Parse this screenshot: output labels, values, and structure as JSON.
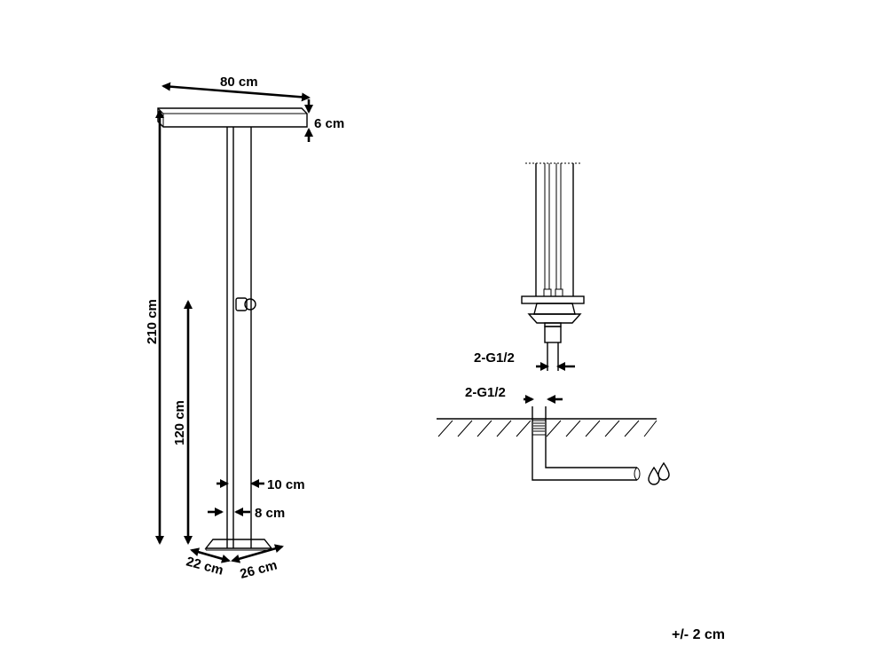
{
  "shower_dimensions": {
    "width": "80 cm",
    "head_thickness": "6 cm",
    "total_height": "210 cm",
    "tap_height": "120 cm",
    "post_width": "10 cm",
    "post_depth": "8 cm",
    "base_depth": "22 cm",
    "base_width": "26 cm"
  },
  "connection": {
    "inlet_upper": "2-G1/2",
    "inlet_lower": "2-G1/2"
  },
  "tolerance": "+/- 2 cm",
  "icons": [
    "water-drops-icon"
  ]
}
